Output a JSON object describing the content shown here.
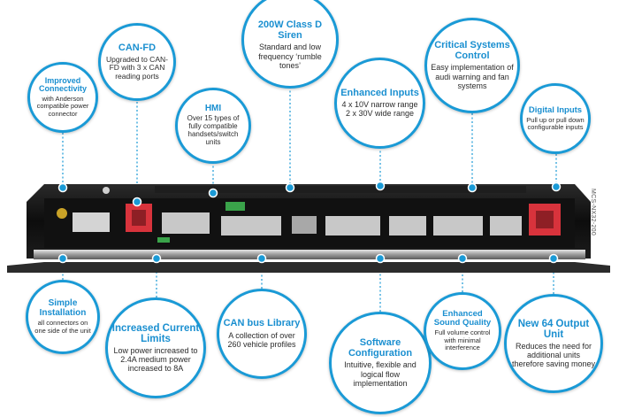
{
  "colors": {
    "accent": "#1a9ad6",
    "title": "#1a8fd0",
    "unit_body": "#141414",
    "connector_red": "#d8333c"
  },
  "side_label": "MCS-NX32-200",
  "callouts": [
    {
      "id": "improved-connectivity",
      "title": "Improved Connectivity",
      "desc": "with Anderson compatible power connector"
    },
    {
      "id": "can-fd",
      "title": "CAN-FD",
      "desc": "Upgraded to CAN-FD with 3 x CAN reading ports"
    },
    {
      "id": "hmi",
      "title": "HMI",
      "desc": "Over 15 types of fully compatible handsets/switch units"
    },
    {
      "id": "class-d-siren",
      "title": "200W Class D Siren",
      "desc": "Standard and low frequency ‘rumble tones’"
    },
    {
      "id": "enhanced-inputs",
      "title": "Enhanced Inputs",
      "desc": "4 x 10V narrow range 2 x 30V wide range"
    },
    {
      "id": "critical-systems",
      "title": "Critical Systems Control",
      "desc": "Easy implementation of audi warning and fan systems"
    },
    {
      "id": "digital-inputs",
      "title": "Digital Inputs",
      "desc": "Pull up or pull down configurable inputs"
    },
    {
      "id": "simple-installation",
      "title": "Simple Installation",
      "desc": "all connectors on one side of the unit"
    },
    {
      "id": "increased-current",
      "title": "Increased Current Limits",
      "desc": "Low power increased to 2.4A medium power increased to 8A"
    },
    {
      "id": "can-bus-library",
      "title": "CAN bus Library",
      "desc": "A collection of over 260 vehicle profiles"
    },
    {
      "id": "software-config",
      "title": "Software Configuration",
      "desc": "Intuitive, flexible and logical flow implementation"
    },
    {
      "id": "sound-quality",
      "title": "Enhanced Sound Quality",
      "desc": "Full volume control with minimal interference"
    },
    {
      "id": "new-64-output",
      "title": "New 64 Output Unit",
      "desc": "Reduces the need for additional units therefore saving money"
    }
  ]
}
